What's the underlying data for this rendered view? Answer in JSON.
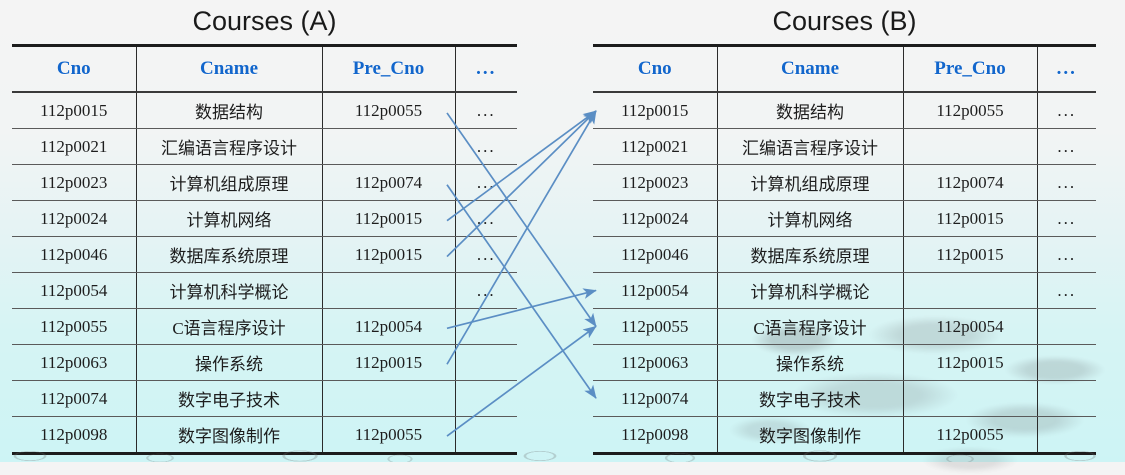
{
  "slide": {
    "background_top": "#f4f4f4",
    "background_bottom": "#cdf4f5",
    "header_color": "#1266cc",
    "arrow_color": "#5b8ec4"
  },
  "tables": [
    {
      "id": "A",
      "title": "Courses (A)",
      "columns": [
        "Cno",
        "Cname",
        "Pre_Cno",
        "..."
      ],
      "rows": [
        [
          "112p0015",
          "数据结构",
          "112p0055",
          "..."
        ],
        [
          "112p0021",
          "汇编语言程序设计",
          "",
          "..."
        ],
        [
          "112p0023",
          "计算机组成原理",
          "112p0074",
          "..."
        ],
        [
          "112p0024",
          "计算机网络",
          "112p0015",
          "..."
        ],
        [
          "112p0046",
          "数据库系统原理",
          "112p0015",
          "..."
        ],
        [
          "112p0054",
          "计算机科学概论",
          "",
          "..."
        ],
        [
          "112p0055",
          "C语言程序设计",
          "112p0054",
          ""
        ],
        [
          "112p0063",
          "操作系统",
          "112p0015",
          ""
        ],
        [
          "112p0074",
          "数字电子技术",
          "",
          ""
        ],
        [
          "112p0098",
          "数字图像制作",
          "112p0055",
          ""
        ]
      ]
    },
    {
      "id": "B",
      "title": "Courses (B)",
      "columns": [
        "Cno",
        "Cname",
        "Pre_Cno",
        "..."
      ],
      "rows": [
        [
          "112p0015",
          "数据结构",
          "112p0055",
          "..."
        ],
        [
          "112p0021",
          "汇编语言程序设计",
          "",
          "..."
        ],
        [
          "112p0023",
          "计算机组成原理",
          "112p0074",
          "..."
        ],
        [
          "112p0024",
          "计算机网络",
          "112p0015",
          "..."
        ],
        [
          "112p0046",
          "数据库系统原理",
          "112p0015",
          "..."
        ],
        [
          "112p0054",
          "计算机科学概论",
          "",
          "..."
        ],
        [
          "112p0055",
          "C语言程序设计",
          "112p0054",
          ""
        ],
        [
          "112p0063",
          "操作系统",
          "112p0015",
          ""
        ],
        [
          "112p0074",
          "数字电子技术",
          "",
          ""
        ],
        [
          "112p0098",
          "数字图像制作",
          "112p0055",
          ""
        ]
      ]
    }
  ],
  "reference_arrows": [
    {
      "from_table": "A",
      "from_row": 0,
      "from_value": "112p0055",
      "to_table": "B",
      "to_row": 6,
      "to_value": "112p0055"
    },
    {
      "from_table": "A",
      "from_row": 2,
      "from_value": "112p0074",
      "to_table": "B",
      "to_row": 8,
      "to_value": "112p0074"
    },
    {
      "from_table": "A",
      "from_row": 3,
      "from_value": "112p0015",
      "to_table": "B",
      "to_row": 0,
      "to_value": "112p0015"
    },
    {
      "from_table": "A",
      "from_row": 4,
      "from_value": "112p0015",
      "to_table": "B",
      "to_row": 0,
      "to_value": "112p0015"
    },
    {
      "from_table": "A",
      "from_row": 6,
      "from_value": "112p0054",
      "to_table": "B",
      "to_row": 5,
      "to_value": "112p0054"
    },
    {
      "from_table": "A",
      "from_row": 7,
      "from_value": "112p0015",
      "to_table": "B",
      "to_row": 0,
      "to_value": "112p0015"
    },
    {
      "from_table": "A",
      "from_row": 9,
      "from_value": "112p0055",
      "to_table": "B",
      "to_row": 6,
      "to_value": "112p0055"
    }
  ],
  "decorations": {
    "dragon_watermark": "dragon-watermark",
    "cloud_border": "cloud-pattern-border"
  }
}
